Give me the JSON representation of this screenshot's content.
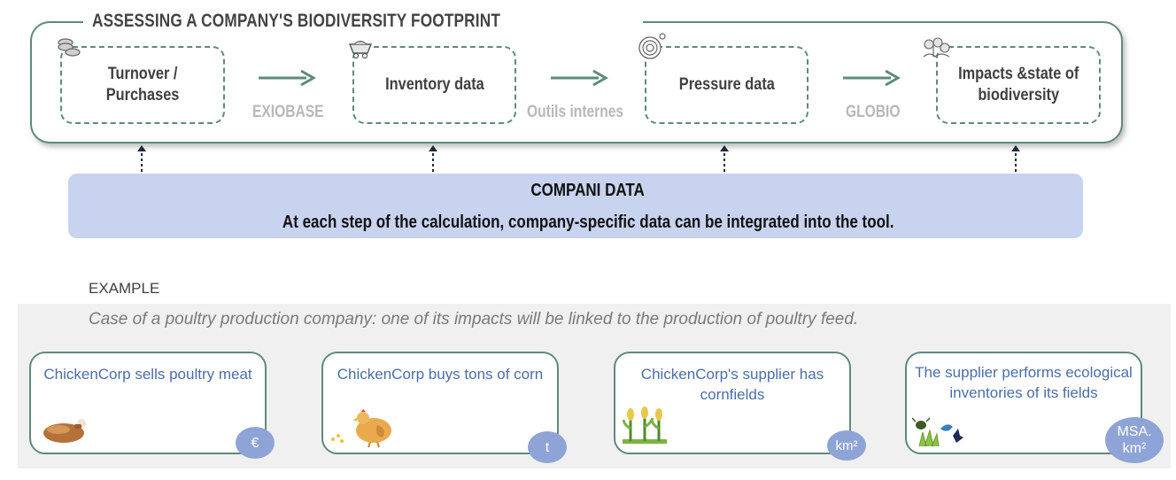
{
  "footprint": {
    "title": "ASSESSING A COMPANY'S BIODIVERSITY FOOTPRINT",
    "steps": [
      {
        "label_line1": "Turnover /",
        "label_line2": "Purchases",
        "icon": "coins-icon"
      },
      {
        "label_line1": "Inventory data",
        "label_line2": "",
        "icon": "mine-cart-icon"
      },
      {
        "label_line1": "Pressure data",
        "label_line2": "",
        "icon": "target-icon"
      },
      {
        "label_line1": "Impacts &state of",
        "label_line2": "biodiversity",
        "icon": "plants-icon"
      }
    ],
    "tools": [
      "EXIOBASE",
      "Outils internes",
      "GLOBIO"
    ]
  },
  "company_data": {
    "title": "COMPANI DATA",
    "text": "At each step of the calculation, company-specific data can be integrated into the tool."
  },
  "example": {
    "label": "EXAMPLE",
    "case": "Case of a poultry production company: one of its impacts will be linked to the production of poultry feed.",
    "cards": [
      {
        "text": "ChickenCorp sells poultry meat",
        "unit": "€",
        "icon": "roast-chicken-icon"
      },
      {
        "text": "ChickenCorp buys tons of corn",
        "unit": "t",
        "icon": "hen-icon"
      },
      {
        "text": "ChickenCorp's supplier has cornfields",
        "unit": "km²",
        "icon": "corn-field-icon"
      },
      {
        "text": "The supplier performs ecological inventories of its fields",
        "unit_line1": "MSA.",
        "unit_line2": "km²",
        "icon": "wildlife-icon"
      }
    ]
  },
  "colors": {
    "frame_green": "#5e8a7c",
    "company_band": "#c7d3ef",
    "unit_badge": "#8fa4d6",
    "card_text": "#4a6ea8",
    "dashed_arrow": "#1f2a44"
  }
}
